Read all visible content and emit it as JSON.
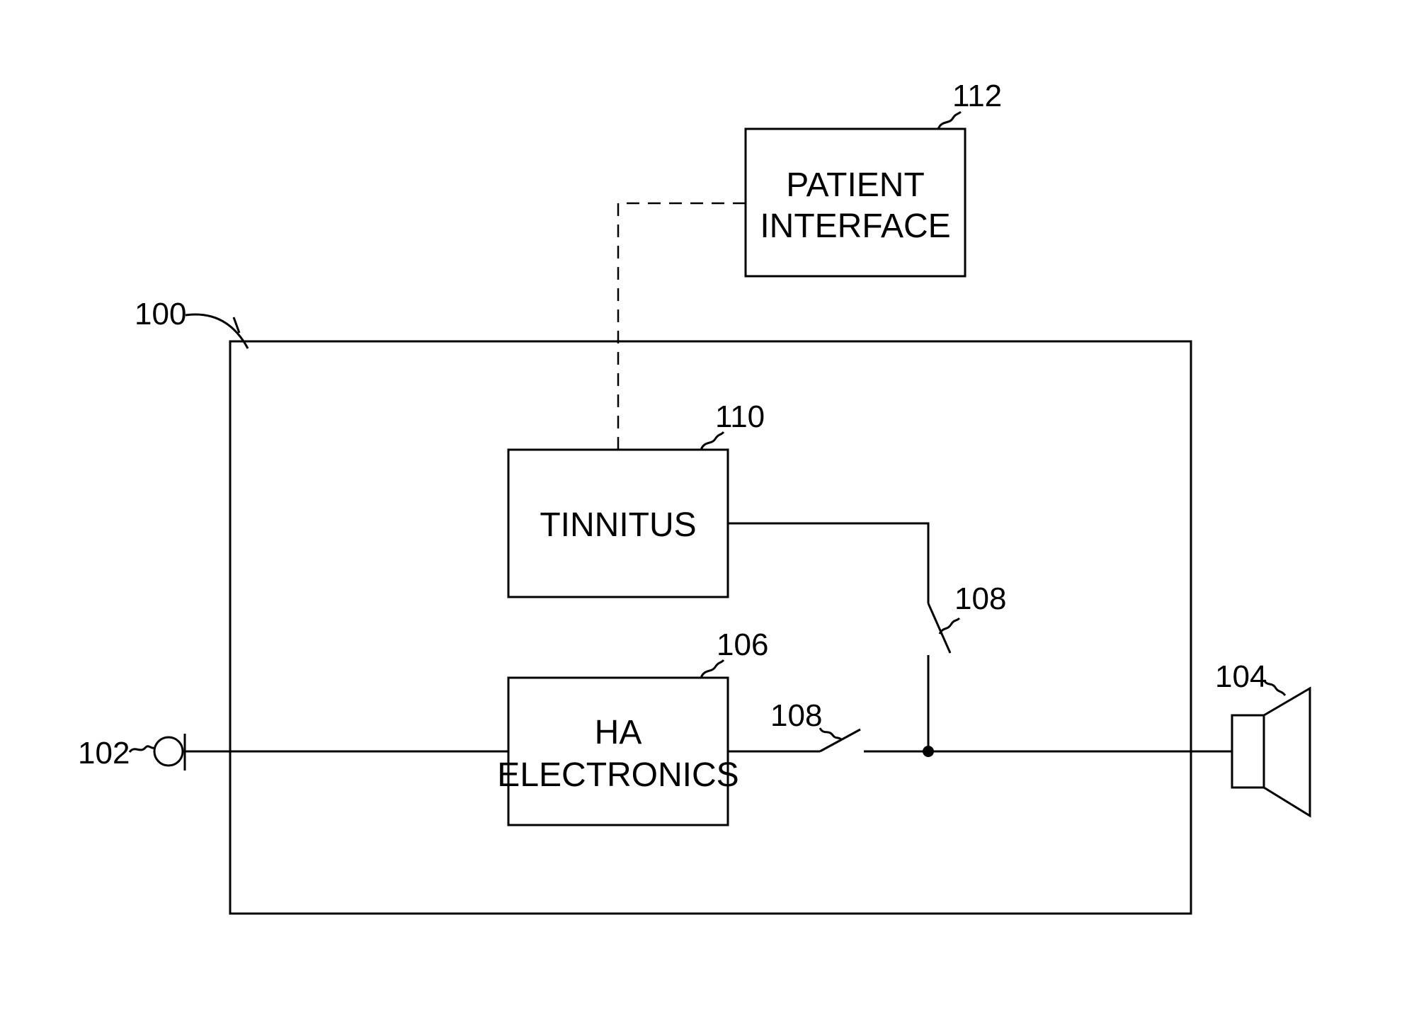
{
  "diagram": {
    "references": {
      "device": "100",
      "microphone": "102",
      "speaker": "104",
      "ha_electronics": "106",
      "switch_top": "108",
      "switch_bottom": "108",
      "tinnitus": "110",
      "patient_interface": "112"
    },
    "blocks": {
      "patient_interface_line1": "PATIENT",
      "patient_interface_line2": "INTERFACE",
      "tinnitus": "TINNITUS",
      "ha_line1": "HA",
      "ha_line2": "ELECTRONICS"
    }
  }
}
